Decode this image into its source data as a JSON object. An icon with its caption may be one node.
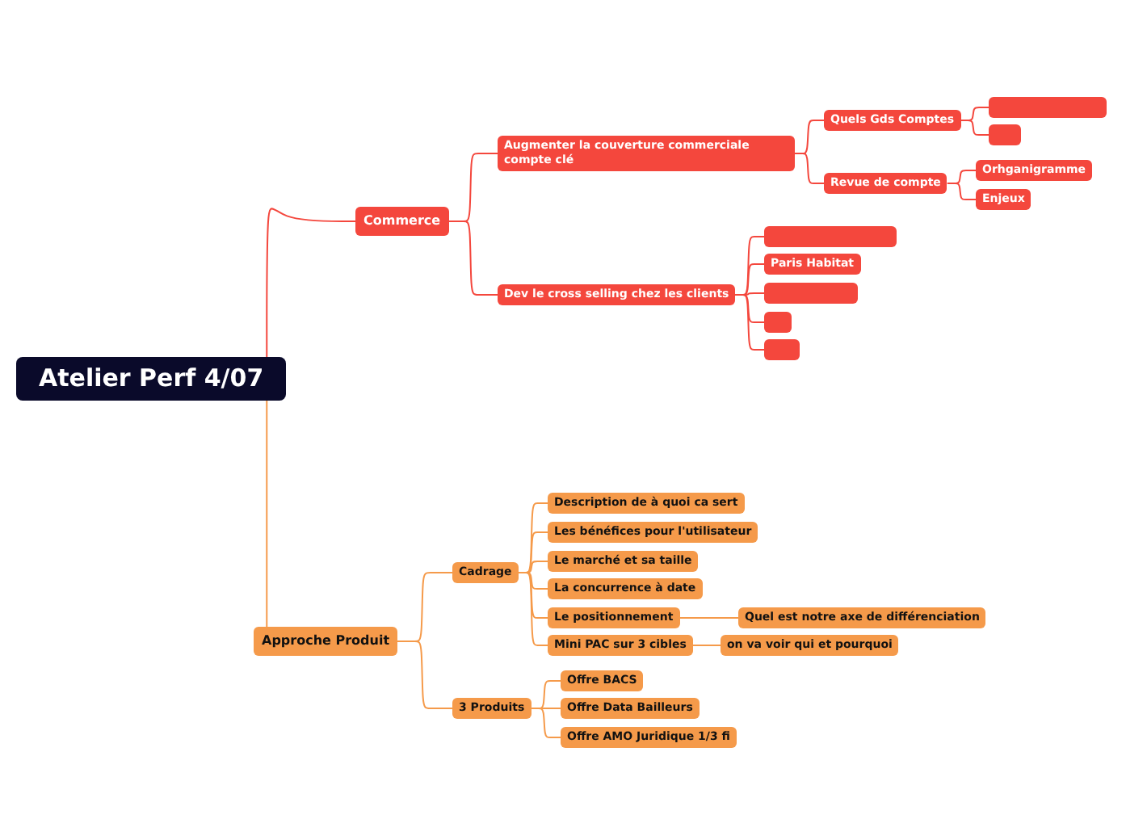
{
  "diagram": {
    "nodes": [
      {
        "text": [
          "Atelier Perf 4/07"
        ]
      },
      {
        "text": [
          "Commerce"
        ]
      },
      {
        "text": [
          "Augmenter la couverture commerciale compte clé"
        ]
      },
      {
        "text": [
          "Quels Gds Comptes"
        ]
      },
      {
        "text": [],
        "shape": "box"
      },
      {
        "text": [],
        "shape": "box"
      },
      {
        "text": [
          "Revue de compte"
        ]
      },
      {
        "text": [
          "Orhganigramme"
        ]
      },
      {
        "text": [
          "Enjeux"
        ]
      },
      {
        "text": [
          "Dev le cross selling chez les clients"
        ]
      },
      {
        "text": [],
        "shape": "box"
      },
      {
        "text": [
          "Paris Habitat"
        ]
      },
      {
        "text": [],
        "shape": "box"
      },
      {
        "text": [],
        "shape": "box"
      },
      {
        "text": [],
        "shape": "box"
      },
      {
        "text": [
          "Approche Produit"
        ]
      },
      {
        "text": [
          "Cadrage"
        ]
      },
      {
        "text": [
          "Description de à quoi ca sert"
        ]
      },
      {
        "text": [
          "Les bénéfices pour l'utilisateur"
        ]
      },
      {
        "text": [
          "Le marché et sa taille"
        ]
      },
      {
        "text": [
          "La concurrence à date"
        ]
      },
      {
        "text": [
          "Le positionnement"
        ]
      },
      {
        "text": [
          "Mini PAC sur 3 cibles"
        ]
      },
      {
        "text": [
          "Quel est notre axe de différenciation"
        ]
      },
      {
        "text": [
          "on va voir qui et pourquoi"
        ]
      },
      {
        "text": [
          "3 Produits"
        ]
      },
      {
        "text": [
          "Offre BACS"
        ]
      },
      {
        "text": [
          "Offre Data Bailleurs"
        ]
      },
      {
        "text": [
          "Offre AMO Juridique 1/3 fi"
        ]
      }
    ],
    "edges": [
      {
        "from": 0,
        "to": 1,
        "arrow": "none",
        "color": "#f4473d"
      },
      {
        "from": 0,
        "to": 15,
        "arrow": "none",
        "color": "#f59a4a"
      },
      {
        "from": 1,
        "to": 2,
        "arrow": "none",
        "color": "#f4473d"
      },
      {
        "from": 1,
        "to": 9,
        "arrow": "none",
        "color": "#f4473d"
      },
      {
        "from": 2,
        "to": 3,
        "arrow": "none",
        "color": "#f4473d"
      },
      {
        "from": 2,
        "to": 6,
        "arrow": "none",
        "color": "#f4473d"
      },
      {
        "from": 3,
        "to": 4,
        "arrow": "none",
        "color": "#f4473d"
      },
      {
        "from": 3,
        "to": 5,
        "arrow": "none",
        "color": "#f4473d"
      },
      {
        "from": 6,
        "to": 7,
        "arrow": "none",
        "color": "#f4473d"
      },
      {
        "from": 6,
        "to": 8,
        "arrow": "none",
        "color": "#f4473d"
      },
      {
        "from": 9,
        "to": 10,
        "arrow": "none",
        "color": "#f4473d"
      },
      {
        "from": 9,
        "to": 11,
        "arrow": "none",
        "color": "#f4473d"
      },
      {
        "from": 9,
        "to": 12,
        "arrow": "none",
        "color": "#f4473d"
      },
      {
        "from": 9,
        "to": 13,
        "arrow": "none",
        "color": "#f4473d"
      },
      {
        "from": 9,
        "to": 14,
        "arrow": "none",
        "color": "#f4473d"
      },
      {
        "from": 15,
        "to": 16,
        "arrow": "none",
        "color": "#f59a4a"
      },
      {
        "from": 15,
        "to": 25,
        "arrow": "none",
        "color": "#f59a4a"
      },
      {
        "from": 16,
        "to": 17,
        "arrow": "none",
        "color": "#f59a4a"
      },
      {
        "from": 16,
        "to": 18,
        "arrow": "none",
        "color": "#f59a4a"
      },
      {
        "from": 16,
        "to": 19,
        "arrow": "none",
        "color": "#f59a4a"
      },
      {
        "from": 16,
        "to": 20,
        "arrow": "none",
        "color": "#f59a4a"
      },
      {
        "from": 16,
        "to": 21,
        "arrow": "none",
        "color": "#f59a4a"
      },
      {
        "from": 16,
        "to": 22,
        "arrow": "none",
        "color": "#f59a4a"
      },
      {
        "from": 21,
        "to": 23,
        "arrow": "none",
        "color": "#f59a4a"
      },
      {
        "from": 22,
        "to": 24,
        "arrow": "none",
        "color": "#f59a4a"
      },
      {
        "from": 25,
        "to": 26,
        "arrow": "none",
        "color": "#f59a4a"
      },
      {
        "from": 25,
        "to": 27,
        "arrow": "none",
        "color": "#f59a4a"
      },
      {
        "from": 25,
        "to": 28,
        "arrow": "none",
        "color": "#f59a4a"
      }
    ]
  }
}
